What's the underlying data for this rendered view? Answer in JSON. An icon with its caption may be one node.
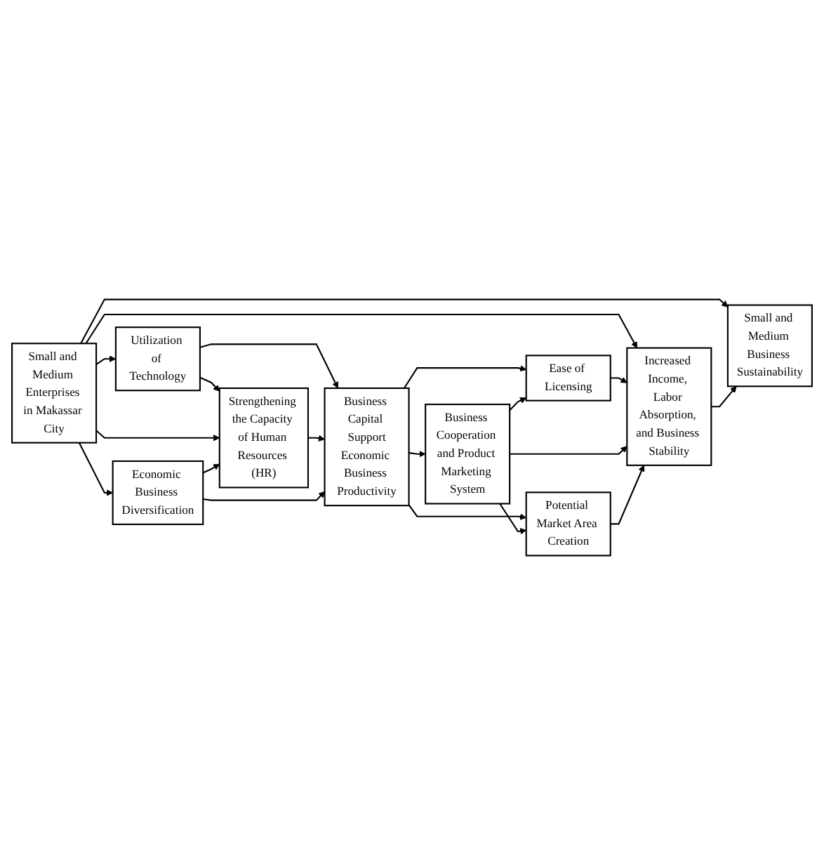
{
  "diagram": {
    "nodes": [
      {
        "text": [
          "Small and Medium Enterprises in Makassar City"
        ]
      },
      {
        "text": [
          "Utilization of Technology"
        ]
      },
      {
        "text": [
          "Strengthening the Capacity of Human Resources (HR)"
        ]
      },
      {
        "text": [
          "Economic Business Diversification"
        ]
      },
      {
        "text": [
          "Business Capital Support",
          "Economic Business Productivity"
        ]
      },
      {
        "text": [
          "Ease of Licensing"
        ]
      },
      {
        "text": [
          "Business Cooperation and Product Marketing System"
        ]
      },
      {
        "text": [
          "Potential Market Area Creation"
        ]
      },
      {
        "text": [
          "Increased Income, Labor Absorption, and Business Stability"
        ]
      },
      {
        "text": [
          "Small and Medium Business Sustainability"
        ]
      }
    ],
    "edges": [
      {
        "from": 0,
        "to": 8,
        "arrow": "to"
      },
      {
        "from": 0,
        "to": 1,
        "arrow": "to"
      },
      {
        "from": 1,
        "to": 2,
        "arrow": "to"
      },
      {
        "from": 1,
        "to": 4,
        "arrow": "to"
      },
      {
        "from": 4,
        "to": 5,
        "arrow": "to"
      },
      {
        "from": 5,
        "to": 8,
        "arrow": "to"
      },
      {
        "from": 6,
        "to": 5,
        "arrow": "to"
      },
      {
        "from": 0,
        "to": 2,
        "arrow": "to"
      },
      {
        "from": 2,
        "to": 4,
        "arrow": "to"
      },
      {
        "from": 4,
        "to": 6,
        "arrow": "to"
      },
      {
        "from": 6,
        "to": 8,
        "arrow": "to"
      },
      {
        "from": 3,
        "to": 2,
        "arrow": "to"
      },
      {
        "from": 0,
        "to": 3,
        "arrow": "to"
      },
      {
        "from": 3,
        "to": 4,
        "arrow": "to"
      },
      {
        "from": 4,
        "to": 7,
        "arrow": "to"
      },
      {
        "from": 6,
        "to": 7,
        "arrow": "to"
      },
      {
        "from": 7,
        "to": 8,
        "arrow": "to"
      },
      {
        "from": 0,
        "to": 9,
        "arrow": "to"
      },
      {
        "from": 8,
        "to": 9,
        "arrow": "to"
      }
    ]
  }
}
